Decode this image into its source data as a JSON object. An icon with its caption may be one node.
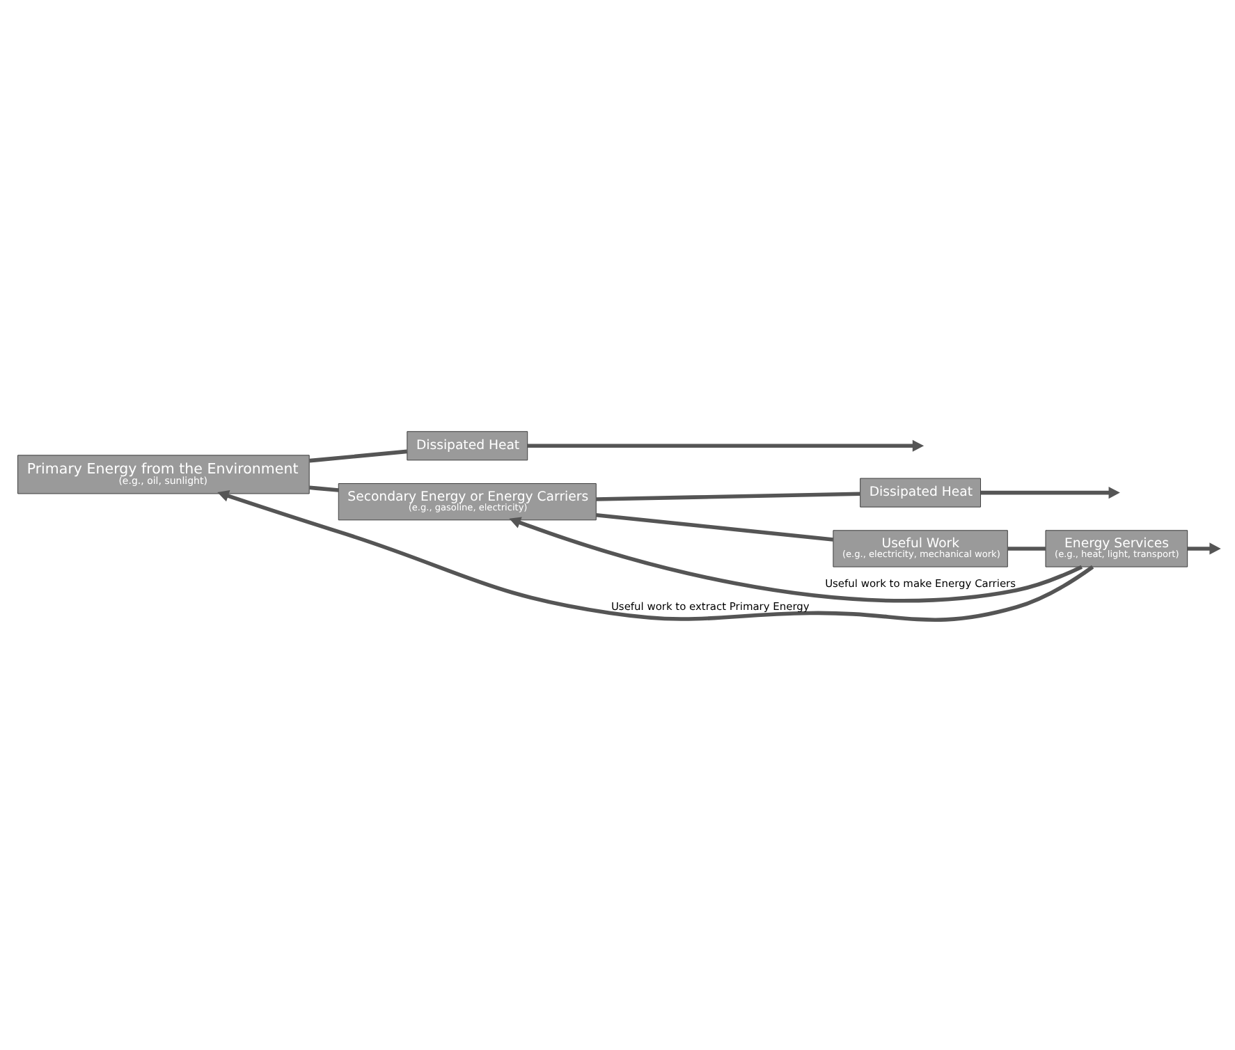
{
  "diagram": {
    "nodes": [
      {
        "text": [
          "Primary Energy from the Environment",
          "(e.g., oil, sunlight)"
        ]
      },
      {
        "text": [
          "Dissipated Heat"
        ]
      },
      {
        "text": [
          "Secondary Energy or Energy Carriers",
          "(e.g., gasoline, electricity)"
        ]
      },
      {
        "text": [
          "Dissipated Heat"
        ]
      },
      {
        "text": [
          "Useful Work",
          "(e.g., electricity, mechanical work)"
        ]
      },
      {
        "text": [
          "Energy Services",
          "(e.g., heat, light, transport)"
        ]
      }
    ],
    "edges": [
      {
        "from": 0,
        "to": 1,
        "arrow": "none"
      },
      {
        "from": 1,
        "to": null,
        "arrow": "to"
      },
      {
        "from": 0,
        "to": 2,
        "arrow": "none"
      },
      {
        "from": 2,
        "to": 3,
        "arrow": "none"
      },
      {
        "from": 3,
        "to": null,
        "arrow": "to"
      },
      {
        "from": 2,
        "to": 4,
        "arrow": "none"
      },
      {
        "from": 4,
        "to": 5,
        "arrow": "none"
      },
      {
        "from": 5,
        "to": null,
        "arrow": "to"
      },
      {
        "from": 5,
        "to": 2,
        "arrow": "to",
        "label": "Useful work to make Energy Carriers"
      },
      {
        "from": 5,
        "to": 0,
        "arrow": "to",
        "label": "Useful work to extract Primary Energy"
      }
    ]
  }
}
